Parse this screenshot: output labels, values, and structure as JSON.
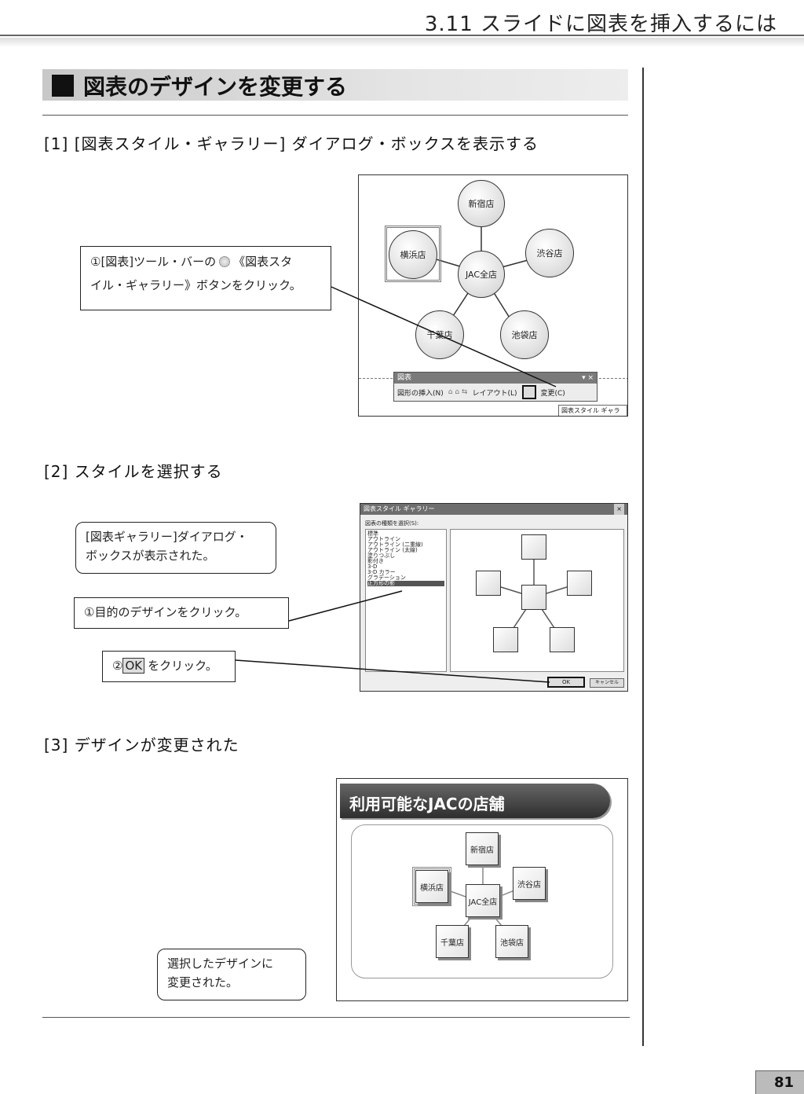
{
  "running_head": "3.11 スライドに図表を挿入するには",
  "section_title": "図表のデザインを変更する",
  "steps": [
    {
      "label": "[1] [図表スタイル・ギャラリー] ダイアログ・ボックスを表示する"
    },
    {
      "label": "[2] スタイルを選択する"
    },
    {
      "label": "[3] デザインが変更された"
    }
  ],
  "callouts": {
    "toolbar_line1": "①[図表]ツール・バーの",
    "toolbar_line1b": "《図表スタ",
    "toolbar_line2": "イル・ギャラリー》ボタンをクリック。",
    "gallery_shown_line1": "[図表ギャラリー]ダイアログ・",
    "gallery_shown_line2": "ボックスが表示された。",
    "select_design": "①目的のデザインをクリック。",
    "click_ok_prefix": "②",
    "click_ok_button": "OK",
    "click_ok_suffix": "をクリック。",
    "changed_line1": "選択したデザインに",
    "changed_line2": "変更された。"
  },
  "shot1": {
    "nodes": {
      "top": "新宿店",
      "left": "横浜店",
      "center": "JAC全店",
      "right": "渋谷店",
      "bottom_left": "千葉店",
      "bottom_right": "池袋店"
    },
    "toolbar_title": "図表",
    "toolbar_insert": "図形の挿入(N)",
    "toolbar_layout": "レイアウト(L)",
    "toolbar_change": "変更(C)",
    "tooltip": "図表スタイル ギャラリー"
  },
  "shot2": {
    "dialog_title": "図表スタイル ギャラリー",
    "list_label": "図表の種類を選択(S):",
    "styles": [
      "標準",
      "アウトライン",
      "アウトライン (二重線)",
      "アウトライン (太線)",
      "塗りつぶし",
      "影付き",
      "3-D",
      "3-D カラー",
      "グラデーション",
      "正方形の影"
    ],
    "selected_index": 9,
    "ok": "OK",
    "cancel": "キャンセル"
  },
  "shot3": {
    "slide_title": "利用可能なJACの店舗",
    "nodes": {
      "top": "新宿店",
      "left": "横浜店",
      "center": "JAC全店",
      "right": "渋谷店",
      "bottom_left": "千葉店",
      "bottom_right": "池袋店"
    }
  },
  "page_number": "81"
}
